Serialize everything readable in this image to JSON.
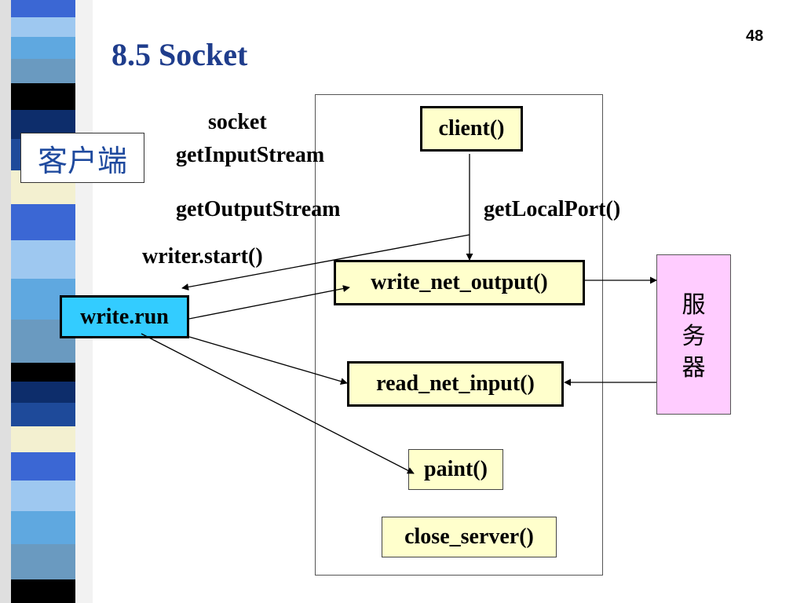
{
  "title": "8.5 Socket",
  "page_number": "48",
  "client_label": "客户端",
  "server_label": [
    "服",
    "务",
    "器"
  ],
  "labels": {
    "socket": "socket",
    "get_input_stream": "getInputStream",
    "get_output_stream": "getOutputStream",
    "get_local_port": "getLocalPort()",
    "writer_start": "writer.start()"
  },
  "function_boxes": {
    "client": "client()",
    "write_net_output": "write_net_output()",
    "read_net_input": "read_net_input()",
    "paint": "paint()",
    "close_server": "close_server()"
  },
  "write_run": "write.run",
  "colors": {
    "title": "#1f3d8c",
    "client_label_text": "#1f4a9e",
    "function_box_fill": "#ffffcc",
    "server_fill": "#ffccff",
    "write_run_fill": "#33ccff"
  }
}
